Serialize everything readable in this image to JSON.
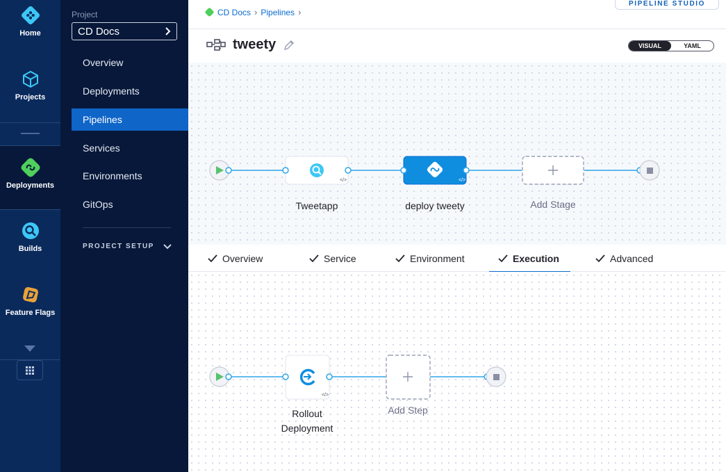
{
  "rail": {
    "items": [
      {
        "label": "Home",
        "icon": "harness-logo-icon"
      },
      {
        "label": "Projects",
        "icon": "cube-icon"
      },
      {
        "label": "Deployments",
        "icon": "deployments-icon"
      },
      {
        "label": "Builds",
        "icon": "builds-icon"
      },
      {
        "label": "Feature Flags",
        "icon": "feature-flags-icon"
      }
    ]
  },
  "nav": {
    "project_label": "Project",
    "project_name": "CD Docs",
    "items": [
      "Overview",
      "Deployments",
      "Pipelines",
      "Services",
      "Environments",
      "GitOps"
    ],
    "active": "Pipelines",
    "setup_label": "PROJECT SETUP"
  },
  "header": {
    "breadcrumb": [
      "CD Docs",
      "Pipelines"
    ],
    "studio_label": "PIPELINE STUDIO",
    "title": "tweety",
    "toggle": {
      "visual": "VISUAL",
      "yaml": "YAML",
      "selected": "VISUAL"
    }
  },
  "pipeline": {
    "stages": [
      {
        "label": "Tweetapp",
        "kind": "build"
      },
      {
        "label": "deploy tweety",
        "kind": "deploy",
        "selected": true
      }
    ],
    "add_stage": "Add Stage"
  },
  "stage_tabs": {
    "items": [
      "Overview",
      "Service",
      "Environment",
      "Execution",
      "Advanced"
    ],
    "active": "Execution"
  },
  "execution": {
    "steps": [
      {
        "label_line1": "Rollout",
        "label_line2": "Deployment"
      }
    ],
    "add_step": "Add Step"
  },
  "colors": {
    "rail_bg": "#0b2a5c",
    "nav_bg": "#07183a",
    "accent": "#0f65c8",
    "link": "#0a6ccf",
    "connector": "#2fa6e8"
  }
}
